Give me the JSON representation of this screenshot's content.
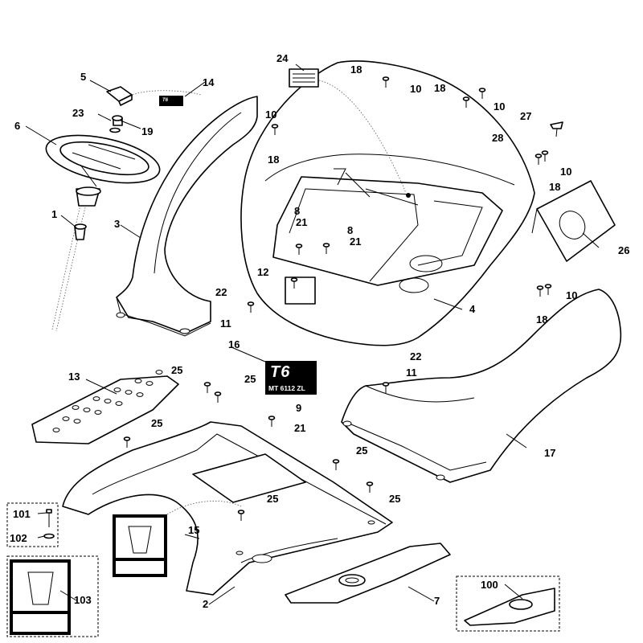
{
  "diagram": {
    "callouts": [
      {
        "id": "c-1",
        "text": "1"
      },
      {
        "id": "c-2",
        "text": "2"
      },
      {
        "id": "c-3",
        "text": "3"
      },
      {
        "id": "c-4",
        "text": "4"
      },
      {
        "id": "c-5",
        "text": "5"
      },
      {
        "id": "c-6",
        "text": "6"
      },
      {
        "id": "c-7",
        "text": "7"
      },
      {
        "id": "c-8a",
        "text": "8"
      },
      {
        "id": "c-8b",
        "text": "8"
      },
      {
        "id": "c-9",
        "text": "9"
      },
      {
        "id": "c-10a",
        "text": "10"
      },
      {
        "id": "c-10b",
        "text": "10"
      },
      {
        "id": "c-10c",
        "text": "10"
      },
      {
        "id": "c-10d",
        "text": "10"
      },
      {
        "id": "c-10e",
        "text": "10"
      },
      {
        "id": "c-11a",
        "text": "11"
      },
      {
        "id": "c-11b",
        "text": "11"
      },
      {
        "id": "c-12",
        "text": "12"
      },
      {
        "id": "c-13",
        "text": "13"
      },
      {
        "id": "c-14",
        "text": "14"
      },
      {
        "id": "c-15",
        "text": "15"
      },
      {
        "id": "c-16",
        "text": "16"
      },
      {
        "id": "c-17",
        "text": "17"
      },
      {
        "id": "c-18a",
        "text": "18"
      },
      {
        "id": "c-18b",
        "text": "18"
      },
      {
        "id": "c-18c",
        "text": "18"
      },
      {
        "id": "c-18d",
        "text": "18"
      },
      {
        "id": "c-18e",
        "text": "18"
      },
      {
        "id": "c-19",
        "text": "19"
      },
      {
        "id": "c-21a",
        "text": "21"
      },
      {
        "id": "c-21b",
        "text": "21"
      },
      {
        "id": "c-21c",
        "text": "21"
      },
      {
        "id": "c-22a",
        "text": "22"
      },
      {
        "id": "c-22b",
        "text": "22"
      },
      {
        "id": "c-23",
        "text": "23"
      },
      {
        "id": "c-24",
        "text": "24"
      },
      {
        "id": "c-25a",
        "text": "25"
      },
      {
        "id": "c-25b",
        "text": "25"
      },
      {
        "id": "c-25c",
        "text": "25"
      },
      {
        "id": "c-25d",
        "text": "25"
      },
      {
        "id": "c-25e",
        "text": "25"
      },
      {
        "id": "c-25f",
        "text": "25"
      },
      {
        "id": "c-26",
        "text": "26"
      },
      {
        "id": "c-27",
        "text": "27"
      },
      {
        "id": "c-28",
        "text": "28"
      },
      {
        "id": "c-100",
        "text": "100"
      },
      {
        "id": "c-101",
        "text": "101"
      },
      {
        "id": "c-102",
        "text": "102"
      },
      {
        "id": "c-103",
        "text": "103"
      }
    ],
    "labels": {
      "tag16_logo": "T6",
      "tag16_model": "MT 6112 ZL",
      "tag14_text": "T6"
    }
  }
}
